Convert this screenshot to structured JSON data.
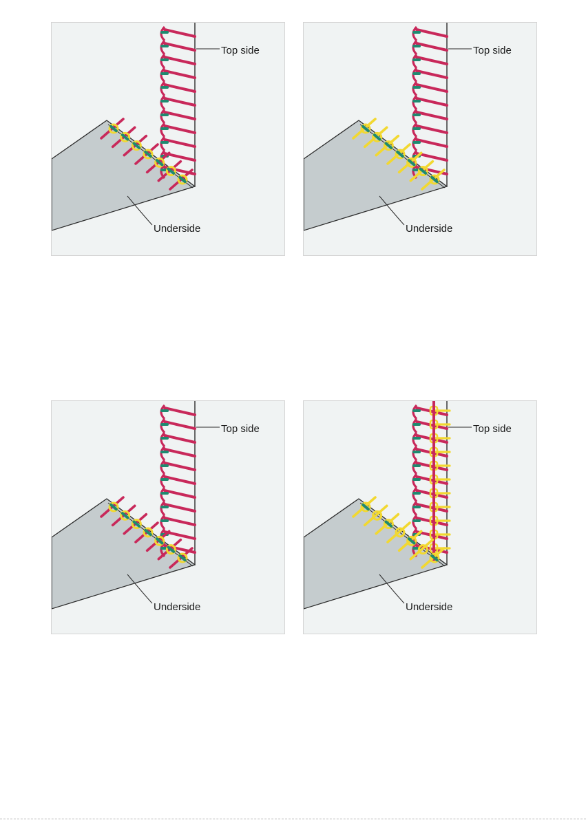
{
  "labels": {
    "top_side": "Top side",
    "underside": "Underside"
  },
  "colors": {
    "needle_thread": "#c8285a",
    "looper_thread": "#f2d830",
    "tack_thread": "#1e8a70",
    "top_fabric": "#f0f3f3",
    "under_fabric": "#c5ccce",
    "edge": "#2b2b2b"
  },
  "panels": [
    {
      "variant": "A",
      "top_side_label": "Top side",
      "underside_label": "Underside"
    },
    {
      "variant": "B",
      "top_side_label": "Top side",
      "underside_label": "Underside"
    },
    {
      "variant": "C",
      "top_side_label": "Top side",
      "underside_label": "Underside"
    },
    {
      "variant": "D",
      "top_side_label": "Top side",
      "underside_label": "Underside"
    }
  ]
}
